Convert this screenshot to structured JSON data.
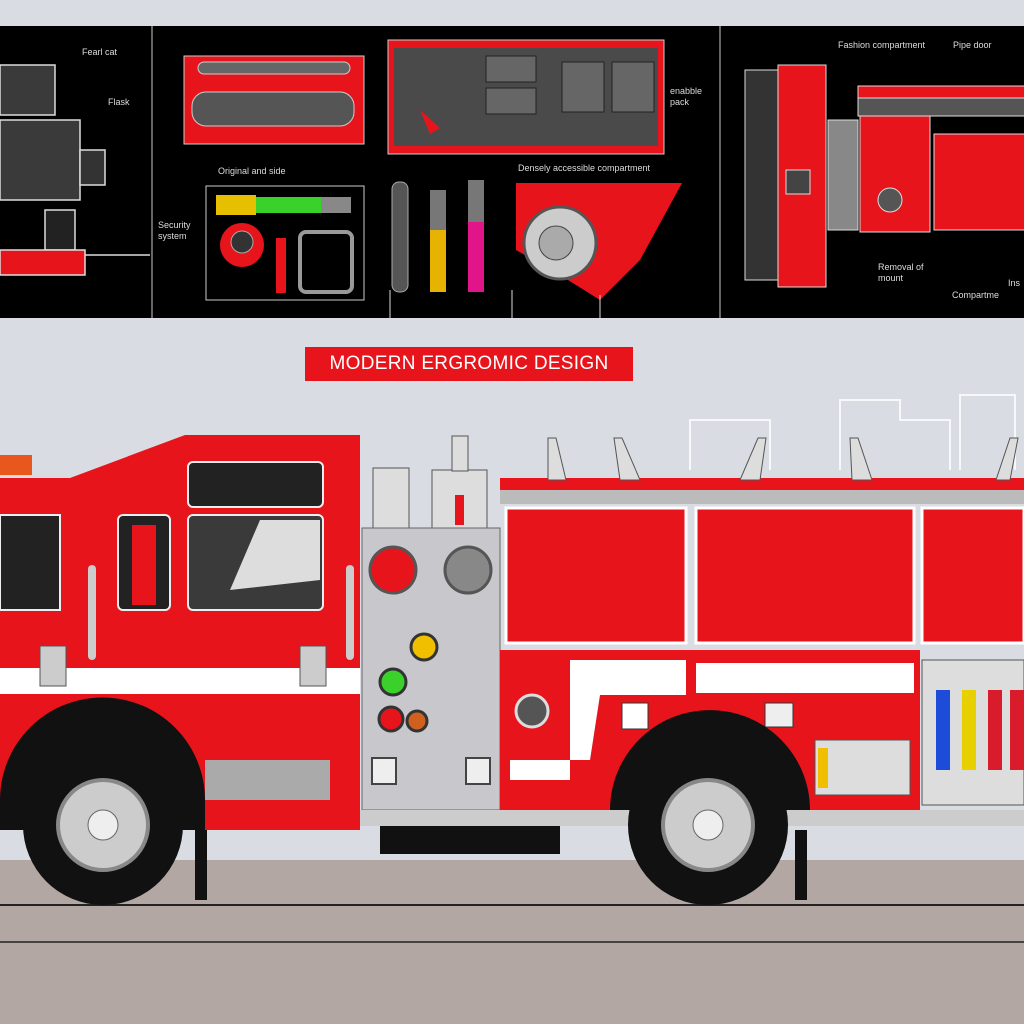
{
  "banner": {
    "text": "MODERN ERGROMIC DESIGN"
  },
  "labels": {
    "cab_roof": "Fearl cat",
    "cab_flask": "Flask",
    "handle_caption": "Original and side",
    "security": "Security system",
    "panel_caption": "enabble pack",
    "compartment_caption": "Densely accessible compartment",
    "side_top_left": "Fashion compartment",
    "side_top_right": "Pipe door",
    "side_bottom_left": "Removal of mount",
    "side_bottom_mid": "Compartme",
    "side_bottom_right": "Ins"
  },
  "colors": {
    "truck_red": "#e8141c",
    "panel_black": "#000000",
    "sky": "#d9dce3",
    "ground": "#b3a7a4",
    "chrome": "#c8c8cc"
  }
}
